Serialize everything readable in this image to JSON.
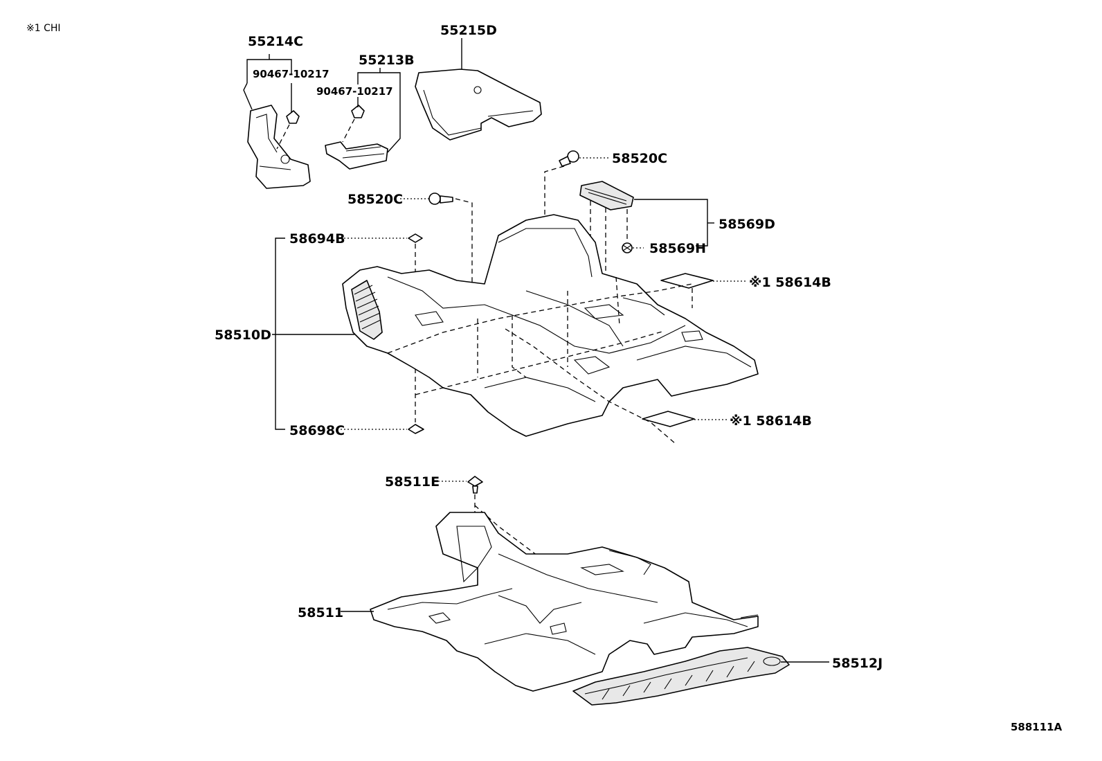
{
  "note": "※1 CHI",
  "reference": "588111A",
  "labels": {
    "p55214C": "55214C",
    "p90467_a": "90467-10217",
    "p55213B": "55213B",
    "p90467_b": "90467-10217",
    "p55215D": "55215D",
    "p58520C_top": "58520C",
    "p58520C_left": "58520C",
    "p58569D": "58569D",
    "p58569H": "58569H",
    "p58694B": "58694B",
    "p58614B_top": "※1 58614B",
    "p58510D": "58510D",
    "p58614B_bottom": "※1 58614B",
    "p58698C": "58698C",
    "p58511E": "58511E",
    "p58511": "58511",
    "p58512J": "58512J"
  }
}
